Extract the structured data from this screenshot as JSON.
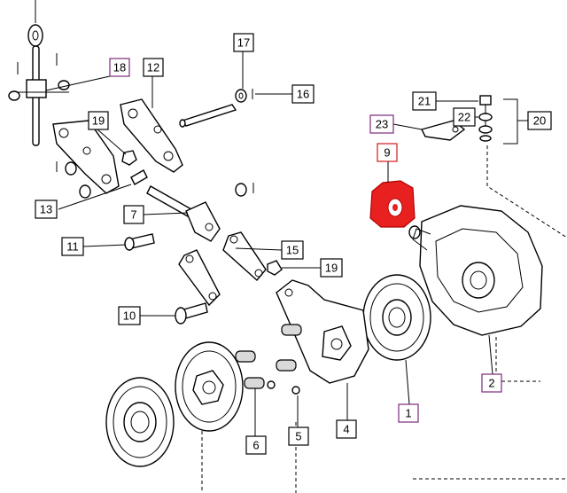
{
  "diagram": {
    "highlight_color": "#e82020",
    "purple_label_color": "#7b2a7b",
    "labels": [
      {
        "id": "18",
        "text": "18",
        "style": "purple"
      },
      {
        "id": "12",
        "text": "12",
        "style": "normal"
      },
      {
        "id": "17",
        "text": "17",
        "style": "normal"
      },
      {
        "id": "16",
        "text": "16",
        "style": "normal"
      },
      {
        "id": "19a",
        "text": "19",
        "style": "normal"
      },
      {
        "id": "13",
        "text": "13",
        "style": "normal"
      },
      {
        "id": "7",
        "text": "7",
        "style": "normal"
      },
      {
        "id": "21",
        "text": "21",
        "style": "normal"
      },
      {
        "id": "22",
        "text": "22",
        "style": "normal"
      },
      {
        "id": "20",
        "text": "20",
        "style": "normal"
      },
      {
        "id": "23",
        "text": "23",
        "style": "purple"
      },
      {
        "id": "9",
        "text": "9",
        "style": "red"
      },
      {
        "id": "11",
        "text": "11",
        "style": "normal"
      },
      {
        "id": "15",
        "text": "15",
        "style": "normal"
      },
      {
        "id": "19b",
        "text": "19",
        "style": "normal"
      },
      {
        "id": "10",
        "text": "10",
        "style": "normal"
      },
      {
        "id": "2",
        "text": "2",
        "style": "purple"
      },
      {
        "id": "1",
        "text": "1",
        "style": "purple"
      },
      {
        "id": "4",
        "text": "4",
        "style": "normal"
      },
      {
        "id": "5",
        "text": "5",
        "style": "normal"
      },
      {
        "id": "6",
        "text": "6",
        "style": "normal"
      }
    ]
  }
}
